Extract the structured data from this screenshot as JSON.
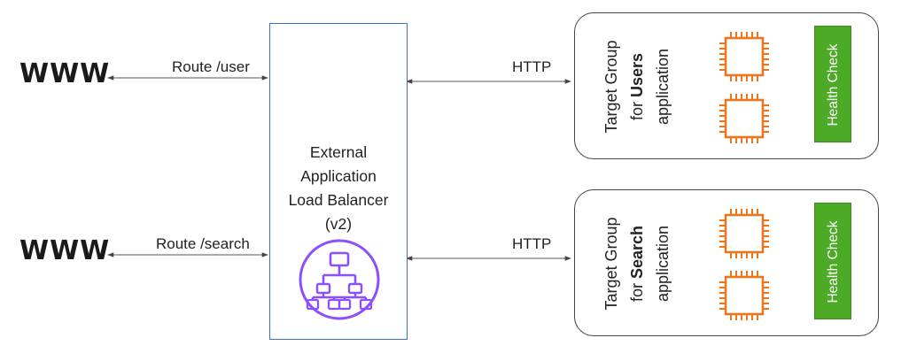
{
  "clients": [
    {
      "label": "WWW",
      "route": "Route /user"
    },
    {
      "label": "WWW",
      "route": "Route /search"
    }
  ],
  "load_balancer": {
    "title_lines": [
      "External",
      "Application",
      "Load Balancer",
      "(v2)"
    ],
    "icon": "application-load-balancer-icon"
  },
  "protocols": [
    "HTTP",
    "HTTP"
  ],
  "target_groups": [
    {
      "line1": "Target Group",
      "for_prefix": "for ",
      "name": "Users",
      "line3": "application",
      "instances": [
        "ec2-instance-icon",
        "ec2-instance-icon"
      ],
      "health_check": "Health Check"
    },
    {
      "line1": "Target Group",
      "for_prefix": "for ",
      "name": "Search",
      "line3": "application",
      "instances": [
        "ec2-instance-icon",
        "ec2-instance-icon"
      ],
      "health_check": "Health Check"
    }
  ],
  "colors": {
    "alb_border": "#3b6fcf",
    "alb_icon": "#8c4fff",
    "instance": "#e8771f",
    "health_check": "#4caa26"
  }
}
